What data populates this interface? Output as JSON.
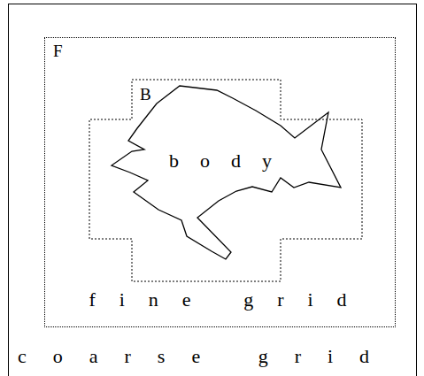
{
  "diagram": {
    "nodes": [
      {
        "text": [
          "coarse grid"
        ]
      },
      {
        "text": [
          "F",
          "fine grid"
        ],
        "in": 0
      },
      {
        "text": [
          "B"
        ],
        "in": 1
      },
      {
        "text": [
          "body"
        ],
        "in": 2
      }
    ]
  }
}
